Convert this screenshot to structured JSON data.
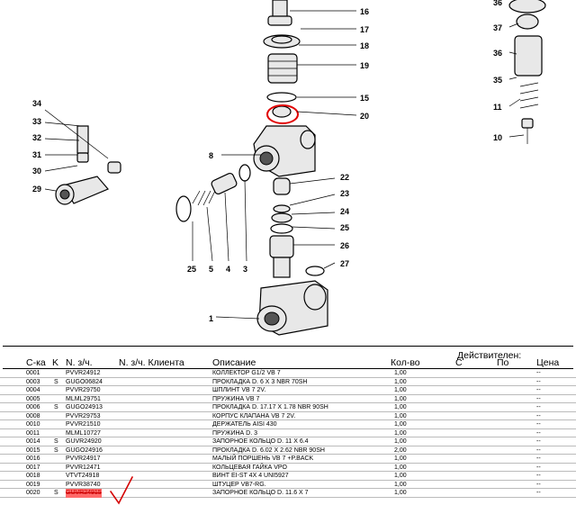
{
  "callouts": [
    "16",
    "17",
    "18",
    "19",
    "15",
    "20",
    "36",
    "37",
    "36",
    "35",
    "11",
    "10",
    "34",
    "33",
    "32",
    "31",
    "30",
    "29",
    "8",
    "22",
    "23",
    "24",
    "25",
    "26",
    "27",
    "25",
    "5",
    "4",
    "3",
    "1"
  ],
  "table": {
    "headers": {
      "pos": "С-ка",
      "k": "K",
      "code": "N. з/ч.",
      "client_code": "N. з/ч.  Клиента",
      "desc": "Описание",
      "qty": "Кол-во",
      "valid": "Действителен:",
      "from": "С",
      "to": "По",
      "price": "Цена"
    },
    "rows": [
      {
        "pos": "0001",
        "k": "",
        "code": "PVVR24912",
        "desc": "КОЛЛЕКТОР G1/2 VB 7",
        "qty": "1,00",
        "price": "--"
      },
      {
        "pos": "0003",
        "k": "S",
        "code": "GUGO06824",
        "desc": "ПРОКЛАДКА D.   6    X 3    NBR 70SH",
        "qty": "1,00",
        "price": "--"
      },
      {
        "pos": "0004",
        "k": "",
        "code": "PVVR29750",
        "desc": "ШПЛИНТ VB 7 2V.",
        "qty": "1,00",
        "price": "--"
      },
      {
        "pos": "0005",
        "k": "",
        "code": "MLML29751",
        "desc": "ПРУЖИНА VB 7",
        "qty": "1,00",
        "price": "--"
      },
      {
        "pos": "0006",
        "k": "S",
        "code": "GUGO24913",
        "desc": "ПРОКЛАДКА D.  17.17 X 1.78 NBR 90SH",
        "qty": "1,00",
        "price": "--"
      },
      {
        "pos": "0008",
        "k": "",
        "code": "PVVR29753",
        "desc": "КОРПУС КЛАПАНА VB 7 2V.",
        "qty": "1,00",
        "price": "--"
      },
      {
        "pos": "0010",
        "k": "",
        "code": "PVVR21510",
        "desc": "ДЕРЖАТЕЛЬ AISI 430",
        "qty": "1,00",
        "price": "--"
      },
      {
        "pos": "0011",
        "k": "",
        "code": "MLML10727",
        "desc": "ПРУЖИНА D. 3",
        "qty": "1,00",
        "price": "--"
      },
      {
        "pos": "0014",
        "k": "S",
        "code": "GUVR24920",
        "desc": "ЗАПОРНОЕ КОЛЬЦО D.  11   X 6.4",
        "qty": "1,00",
        "price": "--"
      },
      {
        "pos": "0015",
        "k": "S",
        "code": "GUGO24916",
        "desc": "ПРОКЛАДКА D.   6.02 X 2.62 NBR 90SH",
        "qty": "2,00",
        "price": "--"
      },
      {
        "pos": "0016",
        "k": "",
        "code": "PVVR24917",
        "desc": "МАЛЫЙ ПОРШЕНЬ VB 7 +P.BACK",
        "qty": "1,00",
        "price": "--"
      },
      {
        "pos": "0017",
        "k": "",
        "code": "PVVR12471",
        "desc": "КОЛЬЦЕВАЯ ГАЙКА VPO",
        "qty": "1,00",
        "price": "--"
      },
      {
        "pos": "0018",
        "k": "",
        "code": "VTVT24918",
        "desc": "ВИНТ EI-ST 4X 4   UNI5927",
        "qty": "1,00",
        "price": "--"
      },
      {
        "pos": "0019",
        "k": "",
        "code": "PVVR38740",
        "desc": "ШТУЦЕР VB7-RG.",
        "qty": "1,00",
        "price": "--"
      },
      {
        "pos": "0020",
        "k": "S",
        "code": "GUVR24915",
        "desc": "ЗАПОРНОЕ КОЛЬЦО D.  11.6 X 7",
        "qty": "1,00",
        "price": "--",
        "highlight": true
      }
    ]
  },
  "colors": {
    "highlight": "#ff6a6a",
    "mark": "#d40000"
  }
}
